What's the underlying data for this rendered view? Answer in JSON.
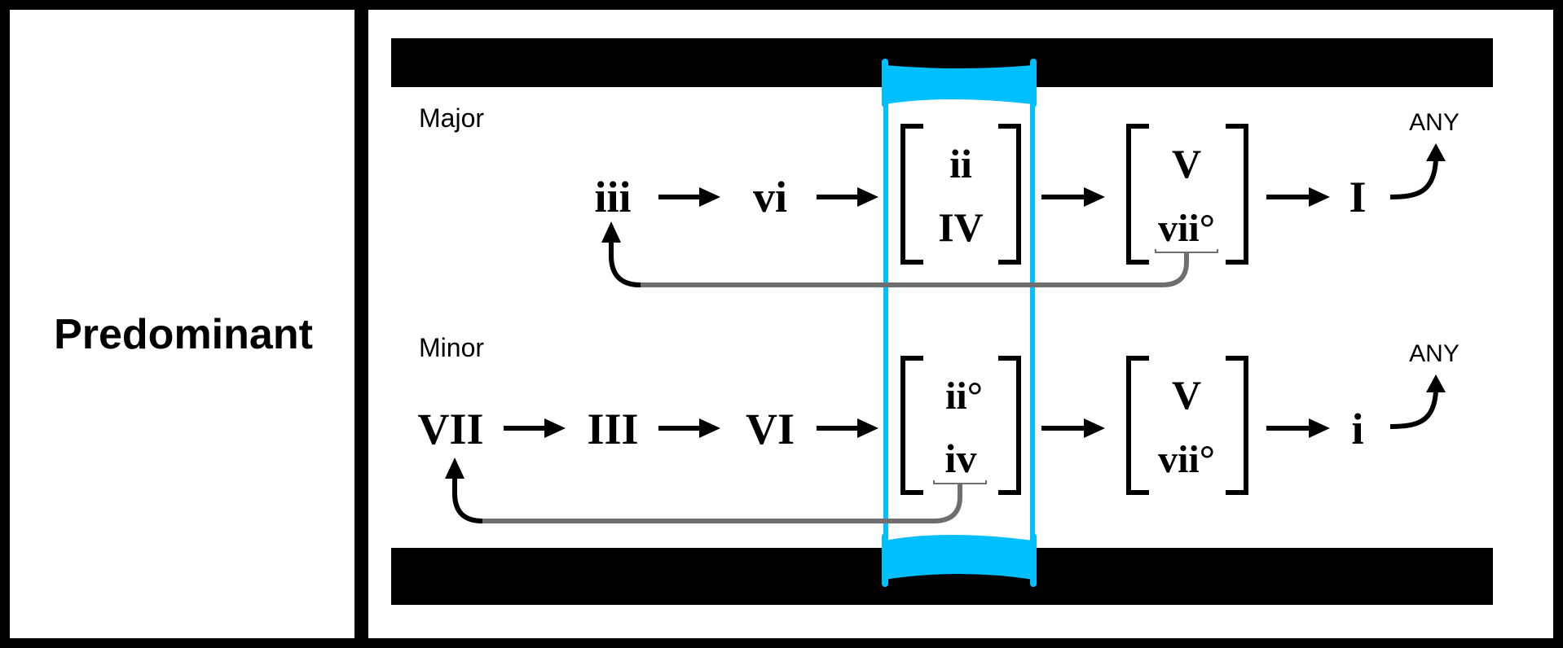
{
  "side_panel": {
    "title": "Predominant"
  },
  "major": {
    "label": "Major",
    "chain": [
      "iii",
      "vi"
    ],
    "predominant": [
      "ii",
      "IV"
    ],
    "dominant": [
      "V",
      "vii°"
    ],
    "tonic": "I",
    "any_label": "ANY"
  },
  "minor": {
    "label": "Minor",
    "chain": [
      "VII",
      "III",
      "VI"
    ],
    "predominant": [
      "ii°",
      "iv"
    ],
    "dominant": [
      "V",
      "vii°"
    ],
    "tonic": "i",
    "any_label": "ANY"
  },
  "colors": {
    "background": "#ffffff",
    "frame": "#000000",
    "highlight": "#00bfff",
    "return_arrow": "#6e6e6e"
  }
}
